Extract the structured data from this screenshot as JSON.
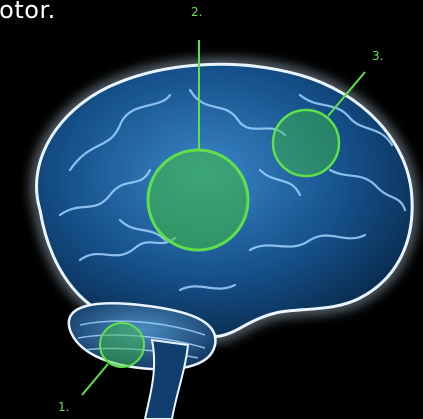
{
  "header": {
    "title_fragment": "lotor."
  },
  "colors": {
    "background": "#000000",
    "accent_green": "#5fe04a",
    "brain_blue": "#1e5fa0",
    "glow": "#cfe8ff"
  },
  "markers": [
    {
      "label": "1."
    },
    {
      "label": "2."
    },
    {
      "label": "3."
    }
  ]
}
